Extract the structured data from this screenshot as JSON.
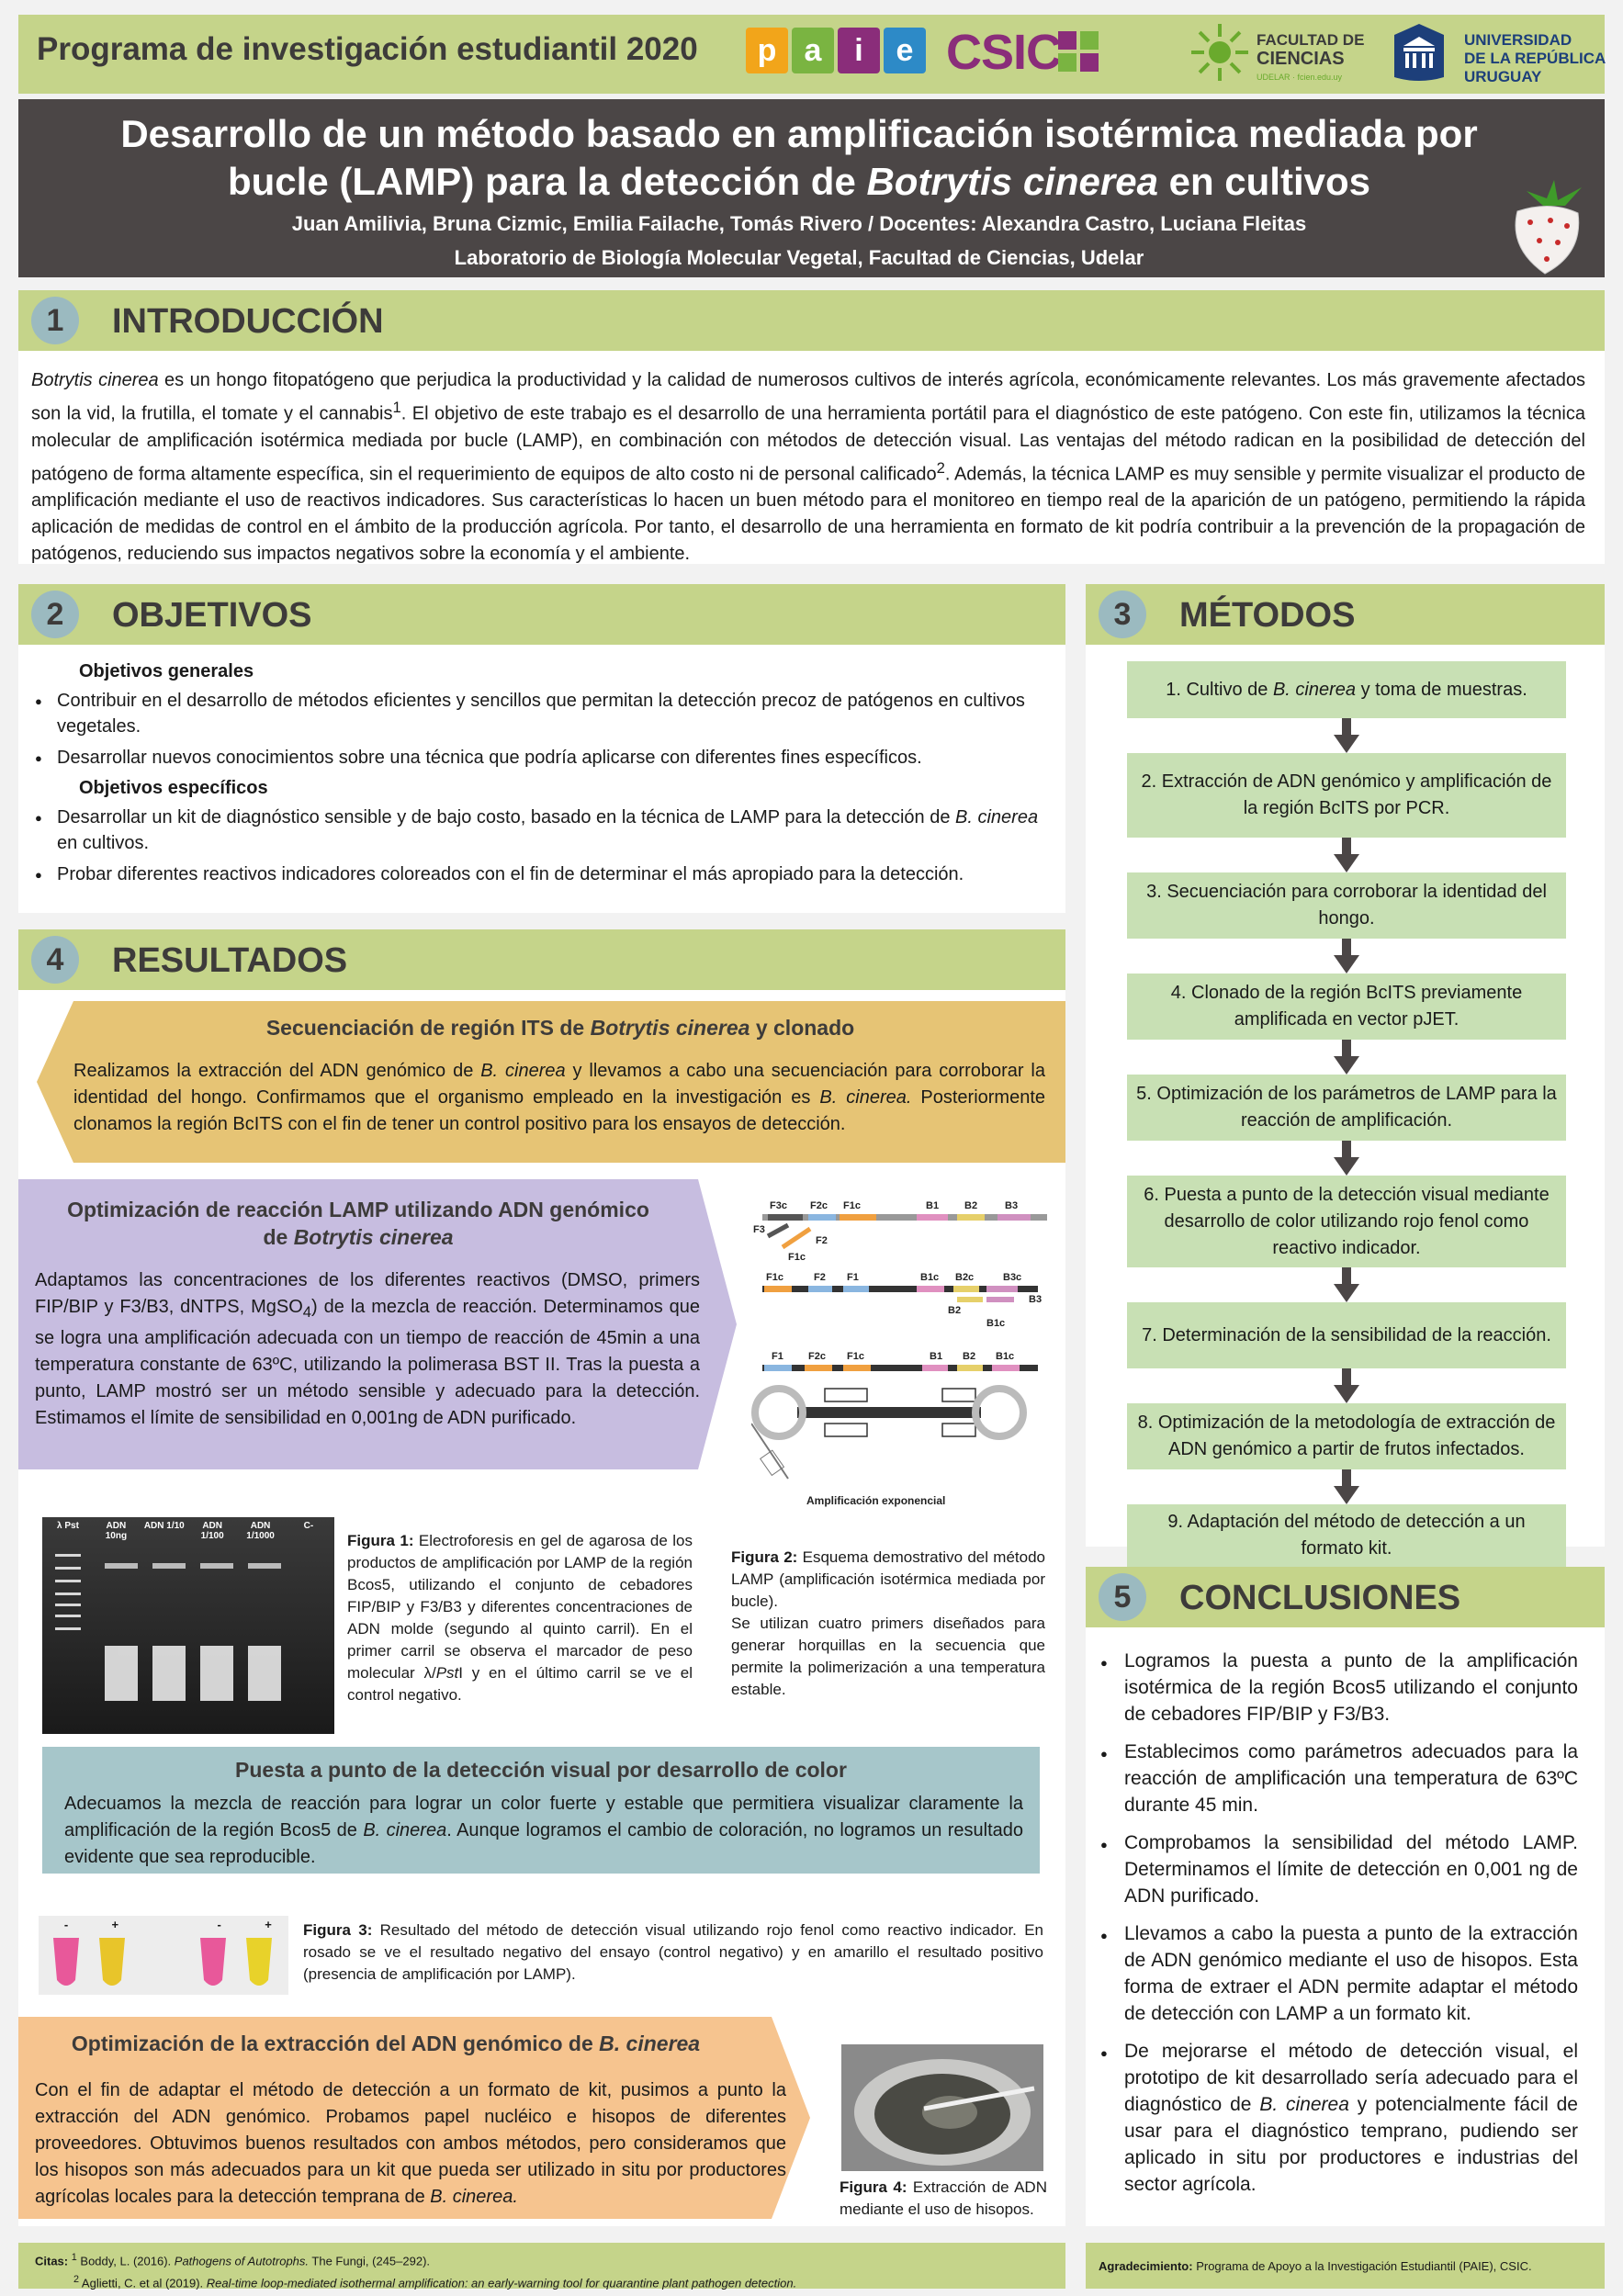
{
  "header": {
    "program": "Programa de investigación estudiantil 2020",
    "paie_letters": [
      "p",
      "a",
      "i",
      "e"
    ],
    "paie_colors": [
      "#f2a51a",
      "#7ab441",
      "#8a2d7a",
      "#2d8ac7"
    ],
    "csic": "CSIC",
    "facultad_line1": "FACULTAD DE",
    "facultad_line2": "CIENCIAS",
    "facultad_small": "UDELAR · fcien.edu.uy",
    "udelar_line1": "UNIVERSIDAD",
    "udelar_line2": "DE LA REPÚBLICA",
    "udelar_line3": "URUGUAY"
  },
  "title": {
    "line1": "Desarrollo de un método basado en amplificación isotérmica mediada por",
    "line2_pre": "bucle (LAMP) para la detección de ",
    "line2_italic": "Botrytis cinerea",
    "line2_post": " en cultivos",
    "authors": "Juan Amilivia, Bruna Cizmic, Emilia Failache, Tomás Rivero / Docentes: Alexandra Castro, Luciana Fleitas",
    "lab": "Laboratorio de Biología Molecular Vegetal, Facultad de Ciencias, Udelar"
  },
  "intro": {
    "num": "1",
    "heading": "INTRODUCCIÓN",
    "species": "Botrytis cinerea",
    "text_a": " es un hongo fitopatógeno que perjudica la productividad y la calidad de numerosos cultivos de interés agrícola, económicamente relevantes. Los más gravemente afectados son la vid, la frutilla, el tomate y el cannabis",
    "sup1": "1",
    "text_b": ". El objetivo de este trabajo es el desarrollo de una herramienta portátil para el diagnóstico de este patógeno. Con este fin, utilizamos la técnica molecular de amplificación isotérmica mediada por bucle (LAMP), en combinación con métodos de detección visual. Las ventajas del método radican en la posibilidad de detección del patógeno de forma altamente específica, sin el requerimiento de equipos de alto costo ni de personal calificado",
    "sup2": "2",
    "text_c": ". Además, la técnica LAMP es muy sensible y permite visualizar el producto de amplificación mediante el uso de reactivos indicadores. Sus características lo hacen un buen método para el monitoreo en tiempo real de la aparición de un patógeno, permitiendo la rápida aplicación de medidas de control en el ámbito de la producción agrícola. Por tanto, el desarrollo de una herramienta en formato de kit podría contribuir a la prevención de la propagación de patógenos, reduciendo sus  impactos negativos sobre la economía y  el ambiente."
  },
  "objetivos": {
    "num": "2",
    "heading": "OBJETIVOS",
    "general_title": "Objetivos generales",
    "general": [
      "Contribuir en el desarrollo de métodos eficientes y sencillos que permitan la detección precoz de patógenos en cultivos vegetales.",
      "Desarrollar nuevos conocimientos sobre una técnica que podría aplicarse con diferentes fines específicos."
    ],
    "specific_title": "Objetivos específicos",
    "specific1_pre": "Desarrollar un kit de diagnóstico sensible y de bajo costo, basado en la técnica de  LAMP para la detección de ",
    "specific1_italic": "B. cinerea",
    "specific1_post": " en cultivos.",
    "specific2": "Probar diferentes reactivos indicadores coloreados con el fin de determinar el más apropiado para la detección."
  },
  "metodos": {
    "num": "3",
    "heading": "MÉTODOS",
    "step1_pre": "1.  Cultivo de ",
    "step1_italic": "B. cinerea",
    "step1_post": " y toma de muestras.",
    "steps": [
      "2. Extracción de ADN genómico y amplificación de la región BcITS por PCR.",
      "3. Secuenciación para corroborar la identidad del hongo.",
      "4. Clonado de la región BcITS previamente amplificada en vector pJET.",
      "5. Optimización de los parámetros de LAMP para la reacción de amplificación.",
      "6. Puesta a punto de la detección visual mediante desarrollo de color utilizando rojo fenol como reactivo indicador.",
      "7. Determinación de la sensibilidad de la reacción.",
      "8. Optimización de la metodología de extracción de ADN genómico a partir de frutos infectados.",
      "9. Adaptación del método de detección a un formato kit."
    ]
  },
  "resultados": {
    "num": "4",
    "heading": "RESULTADOS",
    "box1_title_pre": "Secuenciación de región ITS de ",
    "box1_title_italic": "Botrytis cinerea",
    "box1_title_post": " y clonado",
    "box1_a": "Realizamos la extracción del ADN genómico de ",
    "box1_i1": "B. cinerea",
    "box1_b": " y llevamos a cabo una secuenciación para corroborar la identidad del hongo. Confirmamos que el organismo empleado en la investigación es ",
    "box1_i2": "B. cinerea.",
    "box1_c": " Posteriormente clonamos la región BcITS con el fin de tener un control positivo para los ensayos de detección.",
    "box2_title1": "Optimización de reacción LAMP utilizando ADN genómico",
    "box2_title2_pre": "de ",
    "box2_title2_italic": "Botrytis cinerea",
    "box2_a": "Adaptamos las concentraciones de los diferentes reactivos (DMSO, primers FIP/BIP y F3/B3, dNTPS, MgSO",
    "box2_sub": "4",
    "box2_b": ") de la mezcla de reacción. Determinamos que se logra una amplificación adecuada con un tiempo de reacción de 45min a una temperatura constante de 63ºC, utilizando la polimerasa BST II. Tras la puesta a punto, LAMP mostró ser un método sensible y adecuado para la detección. Estimamos el límite de sensibilidad en 0,001ng de ADN purificado.",
    "diagram_row1": [
      "F3c",
      "F2c",
      "F1c",
      "B1",
      "B2",
      "B3"
    ],
    "diagram_row1_extra": [
      "F3",
      "F2",
      "F1c"
    ],
    "diagram_row2": [
      "F1c",
      "F2",
      "F1",
      "B1c",
      "B2c",
      "B3c"
    ],
    "diagram_row2_extra": [
      "B3",
      "B2",
      "B1c"
    ],
    "diagram_row3": [
      "F1",
      "F2c",
      "F1c",
      "B1",
      "B2",
      "B1c"
    ],
    "diagram_caption": "Amplificación exponencial",
    "gel_lanes": [
      "λ Pst",
      "ADN 10ng",
      "ADN 1/10",
      "ADN 1/100",
      "ADN 1/1000",
      "C-"
    ],
    "fig1_label": "Figura 1:",
    "fig1_a": " Electroforesis en gel de agarosa de los productos de amplificación por LAMP de la región Bcos5, utilizando el conjunto de cebadores FIP/BIP y F3/B3  y diferentes concentraciones de ADN molde (segundo al quinto carril). En el primer carril se observa el marcador de peso molecular λ/",
    "fig1_italic": "Pst",
    "fig1_b": "I y en el último carril se ve el control negativo.",
    "fig2_label": "Figura 2:",
    "fig2_a": " Esquema demostrativo del método LAMP (amplificación isotérmica mediada por bucle).",
    "fig2_b": "Se utilizan cuatro primers diseñados para generar horquillas en la secuencia que permite la  polimerización a una temperatura estable.",
    "box3_title": "Puesta a punto de la detección visual por desarrollo de color",
    "box3_a": "Adecuamos la mezcla de reacción para lograr un color fuerte y estable que permitiera visualizar claramente la amplificación de la región Bcos5 de ",
    "box3_italic": "B. cinerea",
    "box3_b": ". Aunque logramos el cambio de coloración, no logramos un resultado evidente que sea reproducible.",
    "tube_signs": [
      "-",
      "+",
      "-",
      "+"
    ],
    "tube_colors": [
      "#e8589a",
      "#e8c52a",
      "#e8589a",
      "#e8d22a"
    ],
    "fig3_label": "Figura 3:",
    "fig3_text": " Resultado del método de detección visual utilizando rojo fenol como reactivo indicador. En rosado se ve el resultado negativo del ensayo (control negativo) y en amarillo el resultado positivo (presencia de amplificación por LAMP).",
    "box4_title_pre": "Optimización de la extracción del ADN genómico de ",
    "box4_title_italic": "B. cinerea",
    "box4_a": "Con el fin de adaptar el método de detección a un formato de kit, pusimos a punto la extracción del ADN genómico. Probamos papel nucléico e hisopos de diferentes proveedores. Obtuvimos buenos resultados con ambos métodos, pero consideramos que los hisopos son más adecuados para un kit que pueda ser utilizado in situ por productores agrícolas locales para la detección temprana de ",
    "box4_italic": "B. cinerea.",
    "fig4_label": "Figura 4:",
    "fig4_text": " Extracción de ADN mediante el uso de hisopos."
  },
  "conclusiones": {
    "num": "5",
    "heading": "CONCLUSIONES",
    "items": [
      "Logramos la puesta a punto de la amplificación isotérmica de la región Bcos5 utilizando el conjunto de cebadores FIP/BIP y F3/B3.",
      "Establecimos como parámetros adecuados para la reacción de amplificación una temperatura de 63ºC durante 45 min.",
      "Comprobamos la sensibilidad del método LAMP. Determinamos el límite de detección en 0,001 ng de ADN purificado.",
      "Llevamos a cabo la puesta a punto de la extracción de ADN genómico mediante el uso de hisopos. Esta forma de extraer el ADN permite adaptar el método de detección con LAMP a un formato kit."
    ],
    "last_a": "De mejorarse el método de detección visual, el prototipo de kit desarrollado sería adecuado para el diagnóstico de ",
    "last_italic": "B. cinerea",
    "last_b": " y potencialmente fácil de usar para el diagnóstico temprano, pudiendo ser aplicado in situ por productores e industrias del sector agrícola."
  },
  "footer": {
    "citas_label": "Citas:",
    "cit1_sup": "1",
    "cit1_a": " Boddy, L. (2016). ",
    "cit1_italic": "Pathogens of Autotrophs.",
    "cit1_b": " The Fungi, (245–292).",
    "cit2_sup": "2",
    "cit2_a": " Aglietti, C. et al (2019). ",
    "cit2_italic": "Real-time loop-mediated isothermal amplification: an early-warning tool for quarantine plant pathogen detection.",
    "ack_label": "Agradecimiento:",
    "ack_text": " Programa de Apoyo a la Investigación Estudiantil (PAIE), CSIC."
  }
}
